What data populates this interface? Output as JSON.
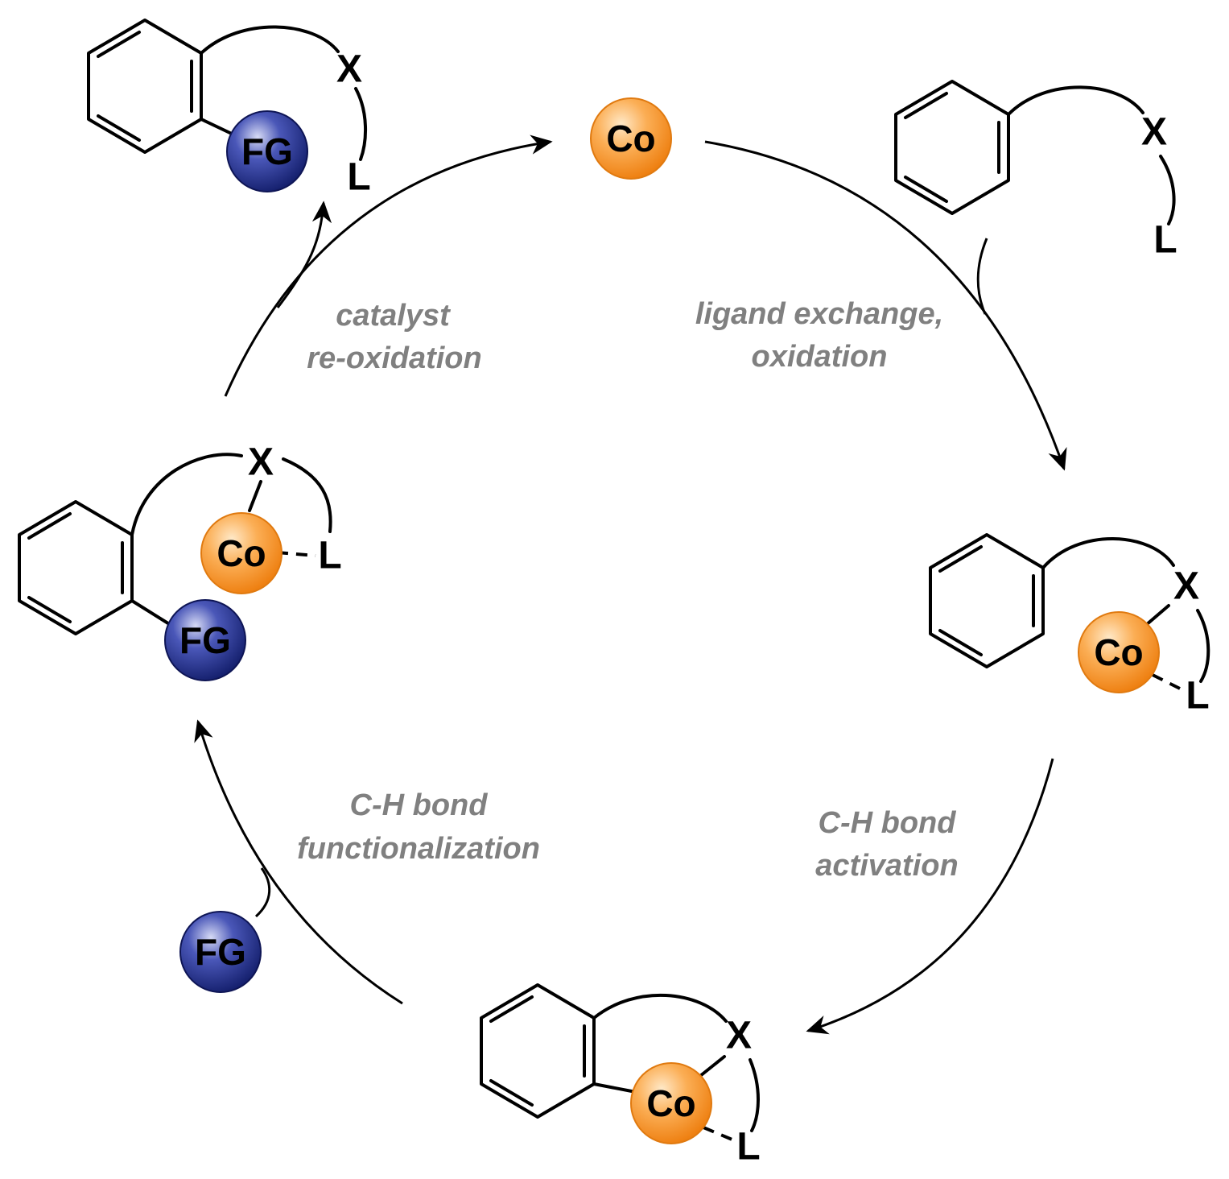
{
  "atoms": {
    "cobalt": "Co",
    "functional_group": "FG",
    "heteroatom": "X",
    "ligand": "L"
  },
  "steps": {
    "ligand_exchange": [
      "ligand exchange,",
      "oxidation"
    ],
    "ch_activation": [
      "C-H bond",
      "activation"
    ],
    "ch_functionalization": [
      "C-H bond",
      "functionalization"
    ],
    "catalyst_reoxidation": [
      "catalyst",
      "re-oxidation"
    ]
  },
  "colors": {
    "cobalt_ball": "#F7941D",
    "fg_ball": "#1E2A8C",
    "step_text": "#808080"
  }
}
